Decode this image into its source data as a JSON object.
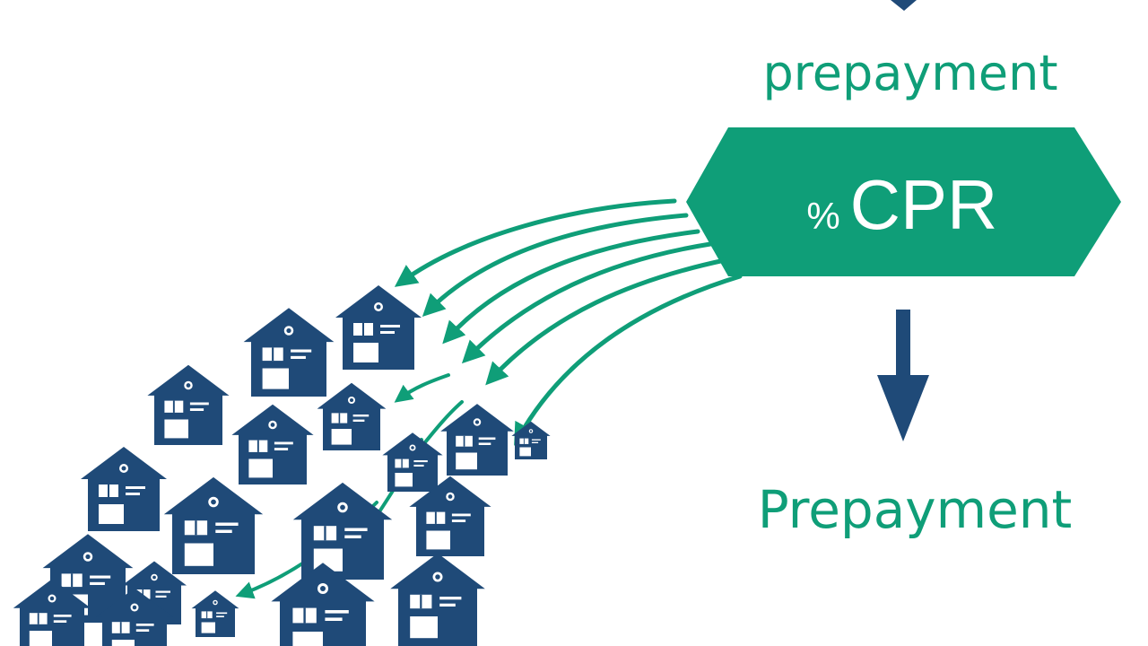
{
  "labels": {
    "top": "prepayment",
    "box_main": "CPR",
    "box_percent": "%",
    "bottom": "Prepayment"
  },
  "colors": {
    "green": "#0f9e78",
    "navy": "#1f4a78",
    "background": "#ffffff"
  },
  "icons": {
    "houses": "house-icon",
    "arrows": "curved-arrow-icon",
    "down_arrow": "down-arrow-icon"
  }
}
